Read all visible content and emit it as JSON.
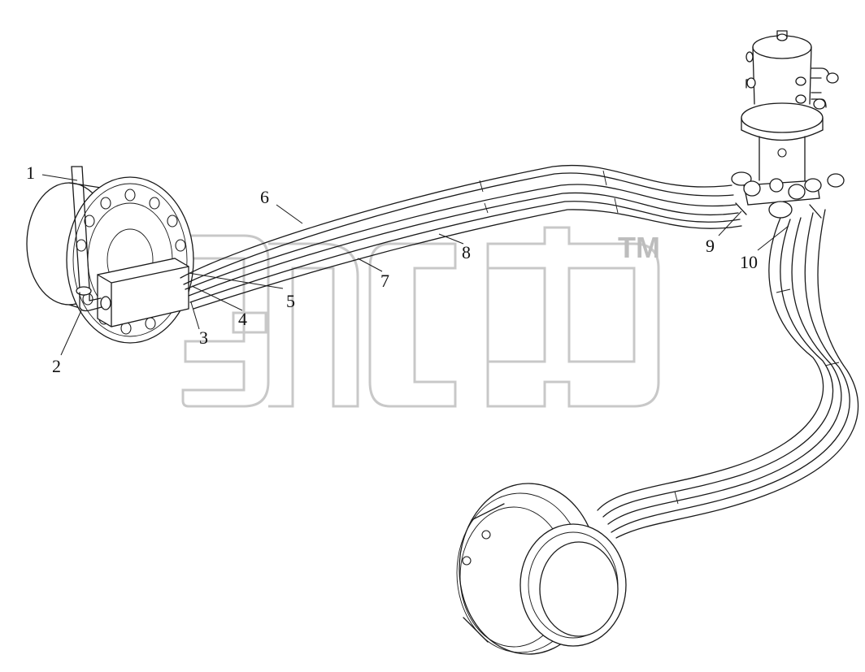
{
  "callouts": [
    {
      "id": "1",
      "label": "1"
    },
    {
      "id": "2",
      "label": "2"
    },
    {
      "id": "3",
      "label": "3"
    },
    {
      "id": "4",
      "label": "4"
    },
    {
      "id": "5",
      "label": "5"
    },
    {
      "id": "6",
      "label": "6"
    },
    {
      "id": "7",
      "label": "7"
    },
    {
      "id": "8",
      "label": "8"
    },
    {
      "id": "9",
      "label": "9"
    },
    {
      "id": "10",
      "label": "10"
    }
  ],
  "watermark": {
    "trademark": "TM"
  },
  "colors": {
    "line": "#1a1a1a",
    "watermark": "#c8c8c8",
    "background": "#ffffff"
  }
}
